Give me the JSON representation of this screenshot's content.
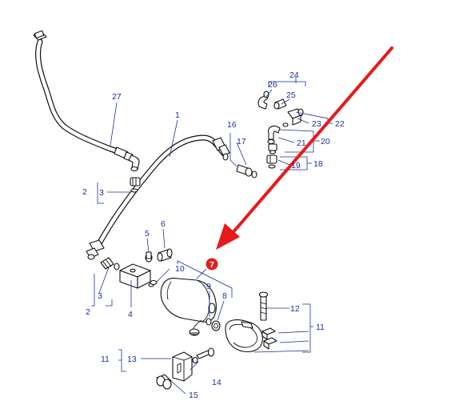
{
  "diagram": {
    "highlight": {
      "number": "7",
      "color": "#e02020"
    },
    "arrow_color": "#e8191b",
    "label_color": "#1d2f9e",
    "callouts": {
      "n1": "1",
      "n2a": "2",
      "n2b": "2",
      "n3a": "3",
      "n3b": "3",
      "n4": "4",
      "n5": "5",
      "n6": "6",
      "n8": "8",
      "n9": "9",
      "n10": "10",
      "n11a": "11",
      "n11b": "11",
      "n12": "12",
      "n13": "13",
      "n14": "14",
      "n15": "15",
      "n16": "16",
      "n17": "17",
      "n18": "18",
      "n19": "19",
      "n20": "20",
      "n21": "21",
      "n22": "22",
      "n23": "23",
      "n24": "24",
      "n25": "25",
      "n26": "26",
      "n27": "27"
    }
  }
}
